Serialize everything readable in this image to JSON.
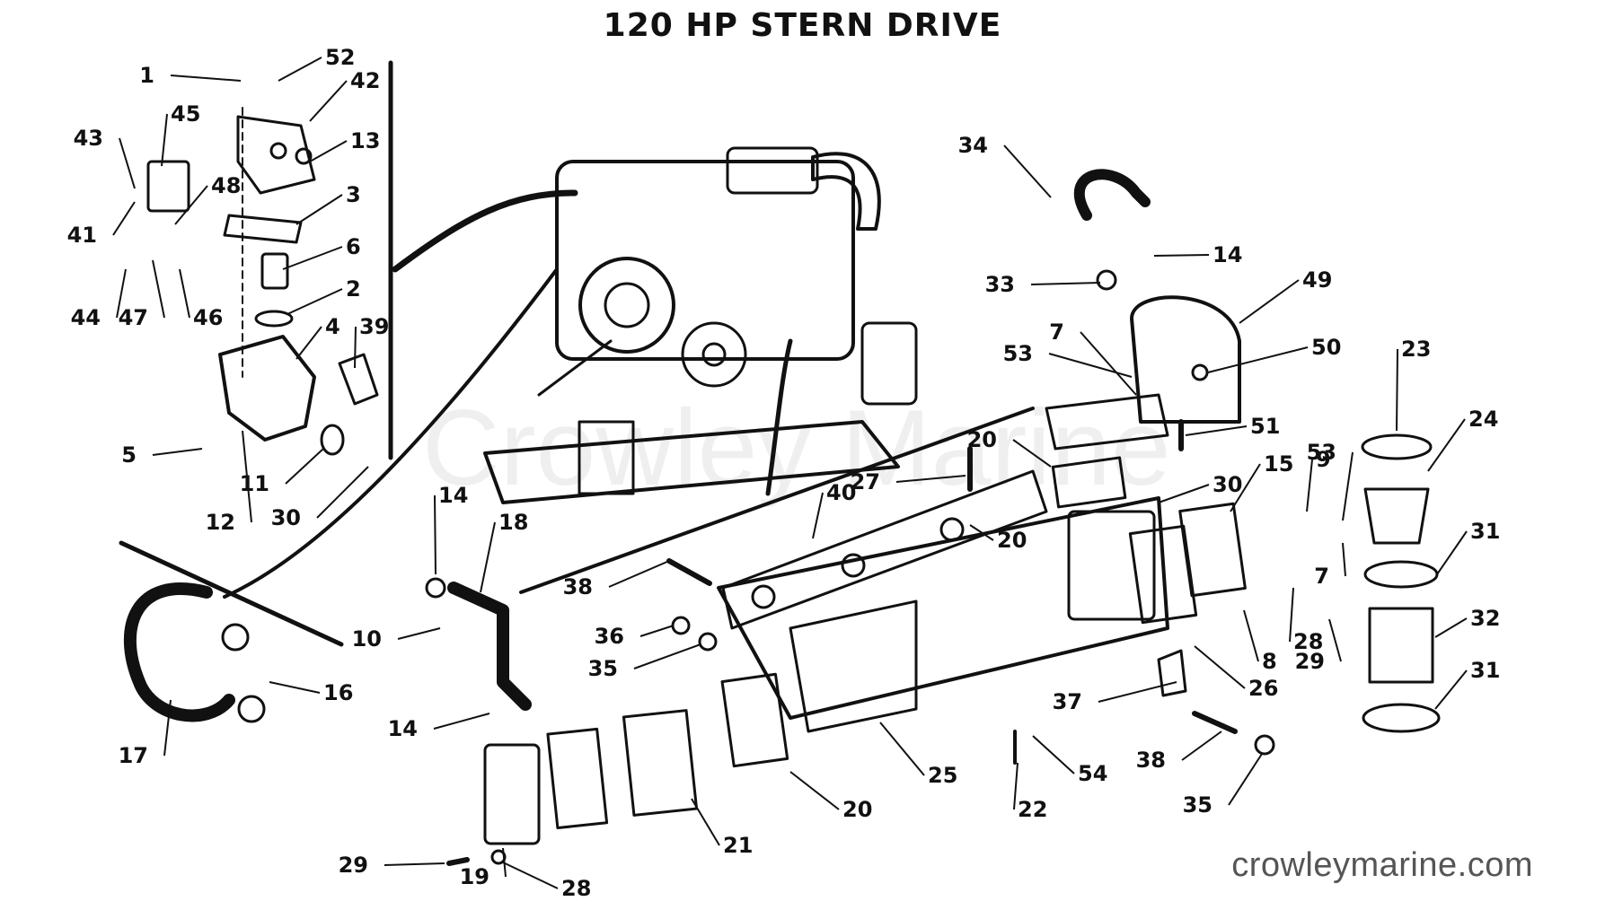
{
  "title": "120 HP STERN DRIVE",
  "watermark": "crowleymarine.com",
  "faint_watermark": "Crowley Marine",
  "callouts": [
    "1",
    "52",
    "42",
    "43",
    "45",
    "13",
    "48",
    "3",
    "41",
    "6",
    "44",
    "47",
    "46",
    "2",
    "4",
    "39",
    "5",
    "12",
    "11",
    "30",
    "14",
    "18",
    "10",
    "17",
    "16",
    "36",
    "35",
    "38",
    "40",
    "27",
    "20",
    "34",
    "14",
    "33",
    "49",
    "7",
    "53",
    "50",
    "51",
    "30",
    "15",
    "9",
    "53",
    "23",
    "24",
    "31",
    "7",
    "32",
    "31",
    "28",
    "29",
    "8",
    "26",
    "37",
    "38",
    "35",
    "25",
    "22",
    "54",
    "14",
    "19",
    "20",
    "21",
    "20",
    "29",
    "28"
  ]
}
